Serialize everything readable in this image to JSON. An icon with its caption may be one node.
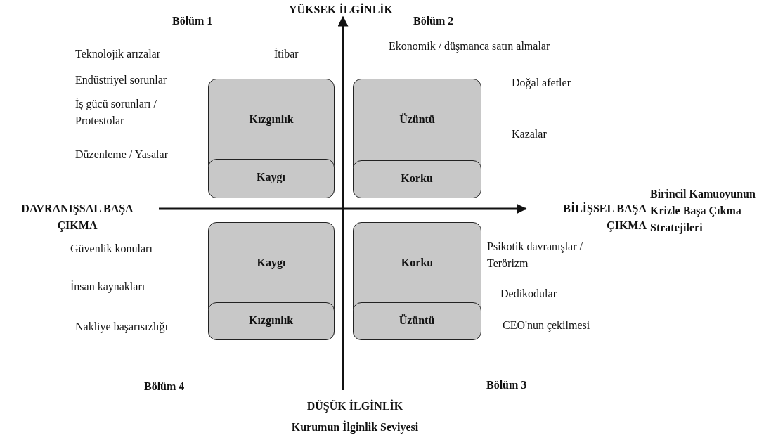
{
  "diagram": {
    "nodes": [
      {
        "text": [
          "Kızgınlık"
        ]
      },
      {
        "text": [
          "Kaygı"
        ],
        "in": 0
      },
      {
        "text": [
          "Üzüntü"
        ]
      },
      {
        "text": [
          "Korku"
        ],
        "in": 2
      },
      {
        "text": [
          "Kaygı"
        ]
      },
      {
        "text": [
          "Kızgınlık"
        ],
        "in": 4
      },
      {
        "text": [
          "Korku"
        ]
      },
      {
        "text": [
          "Üzüntü"
        ],
        "in": 6
      }
    ],
    "labels": [
      "YÜKSEK İLGİNLİK",
      "Bölüm 1",
      "Bölüm 2",
      "Teknolojik arızalar",
      "İtibar",
      "Ekonomik / düşmanca satın almalar",
      "Endüstriyel sorunlar",
      "Doğal afetler",
      "İş gücü sorunları / Protestolar",
      "Kazalar",
      "Düzenleme / Yasalar",
      "DAVRANIŞSAL BAŞA ÇIKMA",
      "BİLİŞSEL BAŞA ÇIKMA",
      "Birincil Kamuoyunun Krizle Başa Çıkma Stratejileri",
      "Güvenlik konuları",
      "Psikotik davranışlar / Terörizm",
      "İnsan kaynakları",
      "Dedikodular",
      "Nakliye başarısızlığı",
      "CEO'nun çekilmesi",
      "Bölüm 4",
      "Bölüm 3",
      "DÜŞÜK İLGİNLİK",
      "Kurumun İlginlik Seviyesi"
    ]
  }
}
